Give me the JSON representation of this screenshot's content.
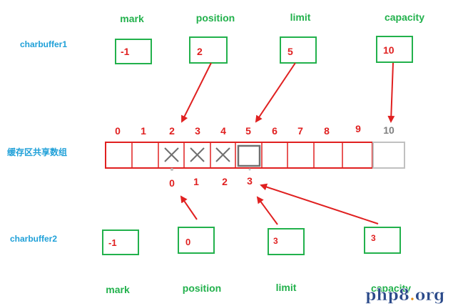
{
  "colors": {
    "green": "#22b14c",
    "red": "#e02020",
    "blue": "#1fa0d8",
    "gray": "#808080",
    "box_border": "#22b14c",
    "buffer_border": "#e02020",
    "capacity_cell_border": "#c0c0c0"
  },
  "top": {
    "headers": [
      "mark",
      "position",
      "limit",
      "capacity"
    ],
    "buffer_label": "charbuffer1",
    "values": [
      "-1",
      "2",
      "5",
      "10"
    ]
  },
  "shared": {
    "label": "缓存区共享数组",
    "indices_top": [
      "0",
      "1",
      "2",
      "3",
      "4",
      "5",
      "6",
      "7",
      "8",
      "9",
      "10"
    ],
    "indices_bottom": [
      "0",
      "1",
      "2",
      "3"
    ],
    "crossed_cells": [
      2,
      3,
      4
    ],
    "highlighted_cell": 5,
    "capacity_cell": 10
  },
  "bottom": {
    "buffer_label": "charbuffer2",
    "values": [
      "-1",
      "0",
      "3",
      "3"
    ],
    "headers": [
      "mark",
      "position",
      "limit",
      "capacity"
    ]
  },
  "watermark": {
    "text_main": "php8",
    "text_dot": ".",
    "text_tld": "org"
  }
}
